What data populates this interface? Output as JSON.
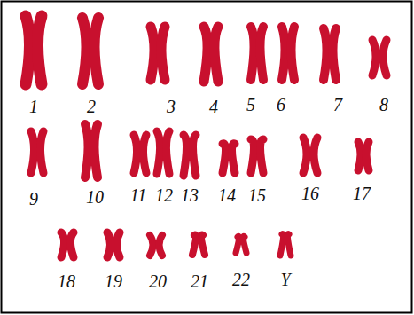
{
  "diagram": {
    "labels": [
      "1",
      "2",
      "3",
      "4",
      "5",
      "6",
      "7",
      "8",
      "9",
      "10",
      "11",
      "12",
      "13",
      "14",
      "15",
      "16",
      "17",
      "18",
      "19",
      "20",
      "21",
      "22",
      "Y"
    ]
  }
}
